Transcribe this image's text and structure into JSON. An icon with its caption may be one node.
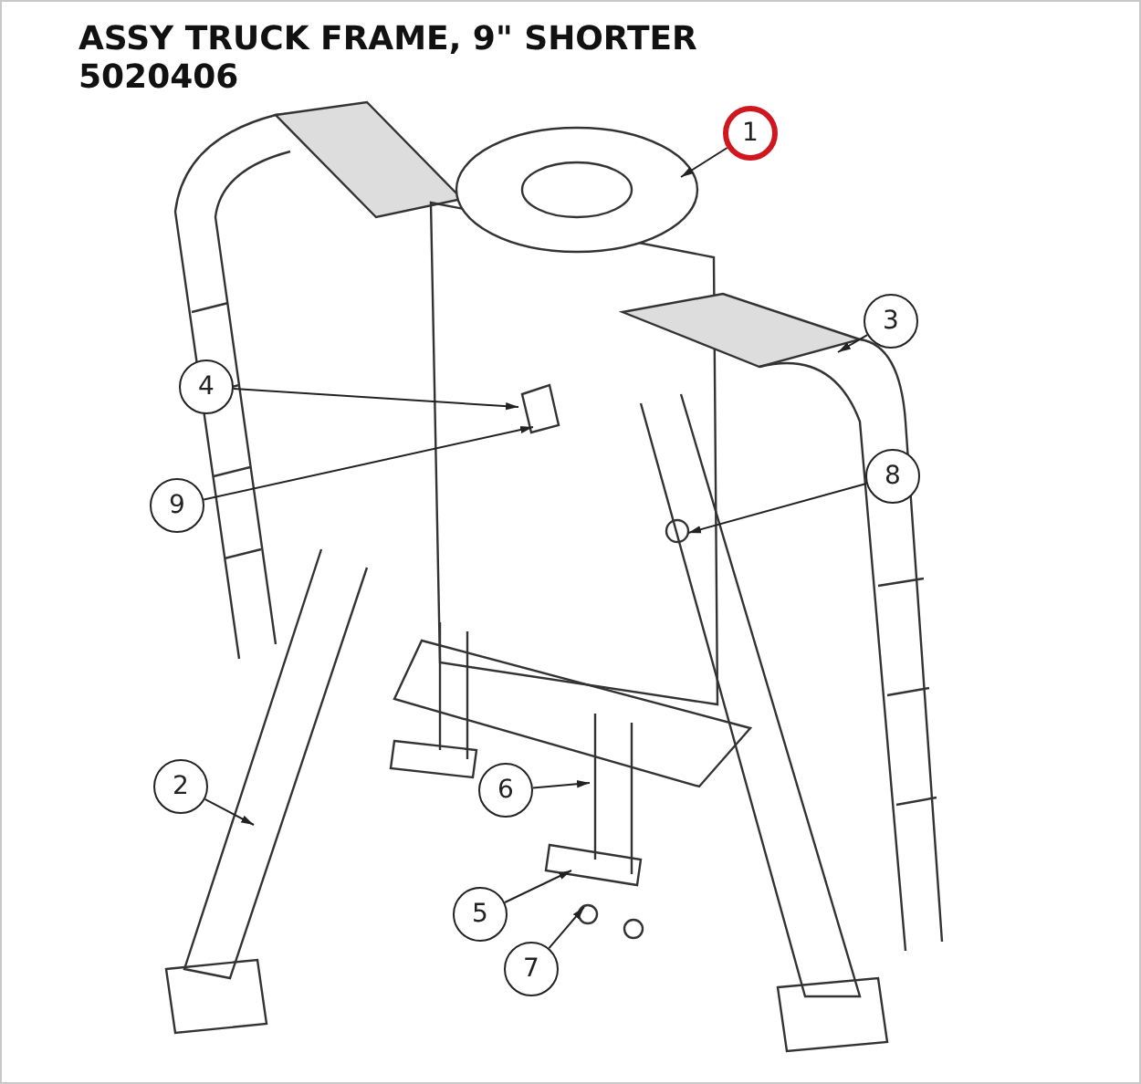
{
  "diagram": {
    "title": "ASSY TRUCK FRAME, 9\" SHORTER",
    "labels": [
      "5020406"
    ],
    "nodes": [
      {
        "text": [
          "1"
        ]
      },
      {
        "text": [
          "2"
        ]
      },
      {
        "text": [
          "3"
        ]
      },
      {
        "text": [
          "4"
        ]
      },
      {
        "text": [
          "5"
        ]
      },
      {
        "text": [
          "6"
        ]
      },
      {
        "text": [
          "7"
        ]
      },
      {
        "text": [
          "8"
        ]
      },
      {
        "text": [
          "9"
        ]
      }
    ],
    "edges": [
      {
        "from": 0,
        "to": null,
        "arrow": "to"
      },
      {
        "from": 1,
        "to": null,
        "arrow": "to"
      },
      {
        "from": 2,
        "to": null,
        "arrow": "to"
      },
      {
        "from": 3,
        "to": null,
        "arrow": "to"
      },
      {
        "from": 4,
        "to": null,
        "arrow": "to"
      },
      {
        "from": 5,
        "to": null,
        "arrow": "to"
      },
      {
        "from": 6,
        "to": null,
        "arrow": "to"
      },
      {
        "from": 7,
        "to": null,
        "arrow": "to"
      },
      {
        "from": 8,
        "to": null,
        "arrow": "to"
      }
    ]
  }
}
